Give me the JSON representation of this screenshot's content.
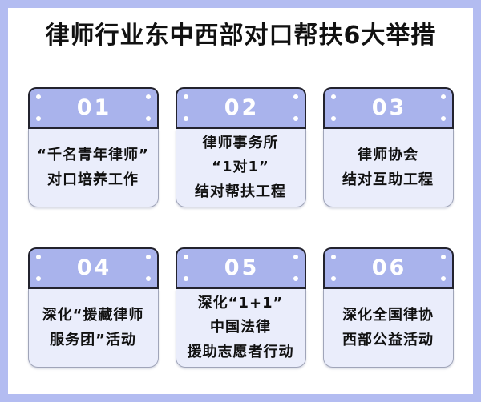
{
  "page": {
    "title": "律师行业东中西部对口帮扶6大举措"
  },
  "colors": {
    "frame_border": "#b3bcf1",
    "card_header_bg": "#a9b3ec",
    "card_header_border": "#23232e",
    "card_body_bg": "#eaedfb",
    "card_body_border": "#a0a5b9",
    "number_text": "#ffffff",
    "body_text": "#111111"
  },
  "cards": [
    {
      "number": "01",
      "lines": [
        "“千名青年律师”",
        "对口培养工作"
      ]
    },
    {
      "number": "02",
      "lines": [
        "律师事务所",
        "“1对1”",
        "结对帮扶工程"
      ]
    },
    {
      "number": "03",
      "lines": [
        "律师协会",
        "结对互助工程"
      ]
    },
    {
      "number": "04",
      "lines": [
        "深化“援藏律师",
        "服务团”活动"
      ]
    },
    {
      "number": "05",
      "lines": [
        "深化“1+1”",
        "中国法律",
        "援助志愿者行动"
      ]
    },
    {
      "number": "06",
      "lines": [
        "深化全国律协",
        "西部公益活动"
      ]
    }
  ]
}
